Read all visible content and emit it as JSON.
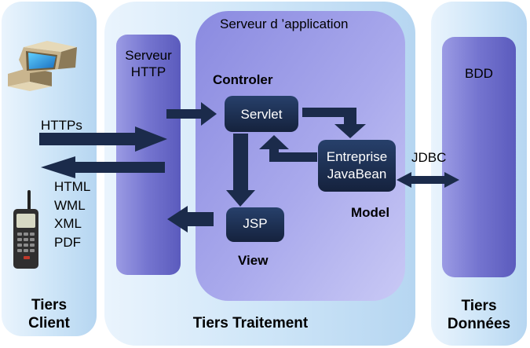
{
  "tiers": {
    "client": [
      "Tiers",
      "Client"
    ],
    "traitement": "Tiers Traitement",
    "donnees": [
      "Tiers",
      "Données"
    ]
  },
  "app_server_title": "Serveur d ’application",
  "http_server": [
    "Serveur",
    "HTTP"
  ],
  "controller_label": "Controler",
  "servlet_label": "Servlet",
  "ejb_label": [
    "Entreprise",
    "JavaBean"
  ],
  "model_label": "Model",
  "jsp_label": "JSP",
  "view_label": "View",
  "bdd_label": "BDD",
  "jdbc_label": "JDBC",
  "https_label": "HTTPs",
  "formats": [
    "HTML",
    "WML",
    "XML",
    "PDF"
  ],
  "colors": {
    "panel_light": "#cfe6f8",
    "server_column": "#8585d6",
    "app_server": "#9b9be6",
    "component_box": "#1b2b4b",
    "arrow": "#1b2b4b"
  },
  "icons": [
    "desktop-computer-icon",
    "mobile-phone-icon"
  ]
}
